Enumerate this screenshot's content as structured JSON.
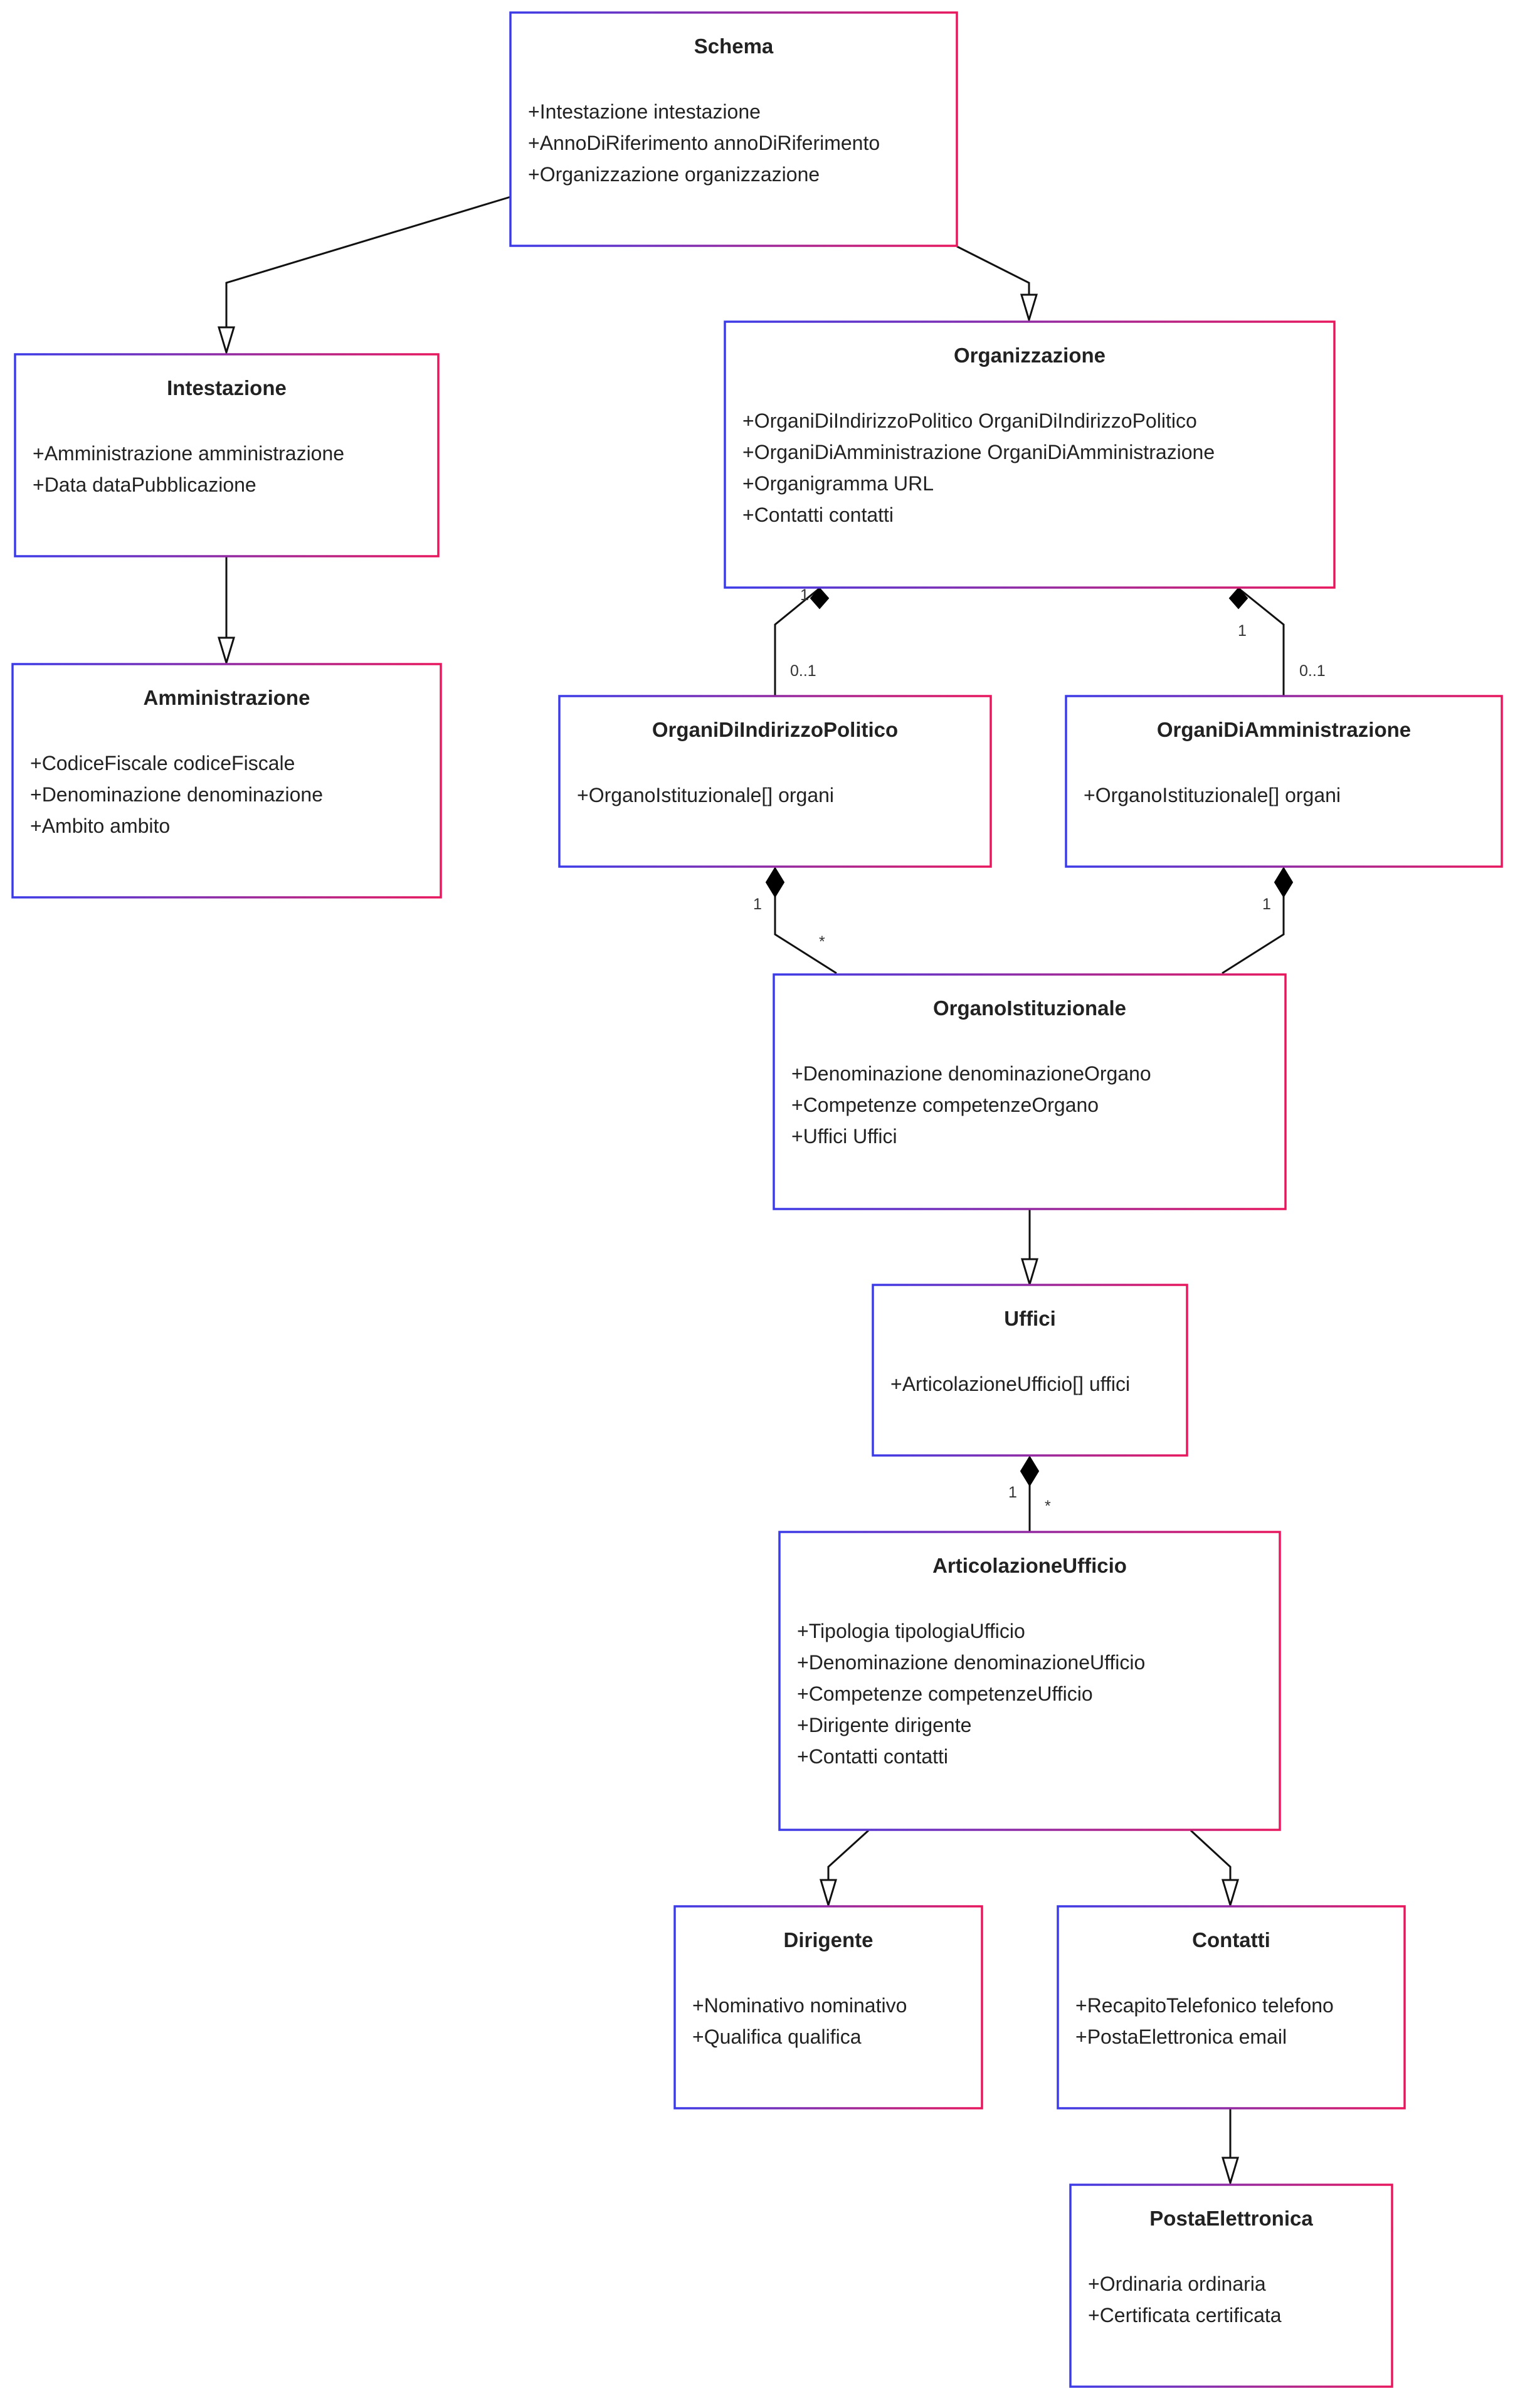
{
  "colors": {
    "border_start": "#3b3be8",
    "border_end": "#e8175d",
    "mid": "#9b2fc4",
    "text": "#222222",
    "line": "#111111"
  },
  "classes": {
    "schema": {
      "name": "Schema",
      "attributes": [
        "+Intestazione intestazione",
        "+AnnoDiRiferimento annoDiRiferimento",
        "+Organizzazione organizzazione"
      ]
    },
    "intestazione": {
      "name": "Intestazione",
      "attributes": [
        "+Amministrazione amministrazione",
        "+Data dataPubblicazione"
      ]
    },
    "amministrazione": {
      "name": "Amministrazione",
      "attributes": [
        "+CodiceFiscale codiceFiscale",
        "+Denominazione denominazione",
        "+Ambito ambito"
      ]
    },
    "organizzazione": {
      "name": "Organizzazione",
      "attributes": [
        "+OrganiDiIndirizzoPolitico OrganiDiIndirizzoPolitico",
        "+OrganiDiAmministrazione OrganiDiAmministrazione",
        "+Organigramma URL",
        "+Contatti contatti"
      ]
    },
    "organi_indirizzo": {
      "name": "OrganiDiIndirizzoPolitico",
      "attributes": [
        "+OrganoIstituzionale[] organi"
      ]
    },
    "organi_amministrazione": {
      "name": "OrganiDiAmministrazione",
      "attributes": [
        "+OrganoIstituzionale[] organi"
      ]
    },
    "organo_istituzionale": {
      "name": "OrganoIstituzionale",
      "attributes": [
        "+Denominazione denominazioneOrgano",
        "+Competenze competenzeOrgano",
        "+Uffici Uffici"
      ]
    },
    "uffici": {
      "name": "Uffici",
      "attributes": [
        "+ArticolazioneUfficio[] uffici"
      ]
    },
    "articolazione": {
      "name": "ArticolazioneUfficio",
      "attributes": [
        "+Tipologia tipologiaUfficio",
        "+Denominazione denominazioneUfficio",
        "+Competenze competenzeUfficio",
        "+Dirigente dirigente",
        "+Contatti contatti"
      ]
    },
    "dirigente": {
      "name": "Dirigente",
      "attributes": [
        "+Nominativo nominativo",
        "+Qualifica qualifica"
      ]
    },
    "contatti": {
      "name": "Contatti",
      "attributes": [
        "+RecapitoTelefonico telefono",
        "+PostaElettronica email"
      ]
    },
    "posta": {
      "name": "PostaElettronica",
      "attributes": [
        "+Ordinaria ordinaria",
        "+Certificata certificata"
      ]
    }
  },
  "multiplicities": {
    "org_to_indirizzo_source": "1",
    "org_to_indirizzo_target": "0..1",
    "org_to_amministrazione_source": "1",
    "org_to_amministrazione_target": "0..1",
    "indirizzo_to_organo_source": "1",
    "indirizzo_to_organo_target": "*",
    "amministrazione_to_organo_source": "1",
    "uffici_to_articolazione_source": "1",
    "uffici_to_articolazione_target": "*"
  }
}
